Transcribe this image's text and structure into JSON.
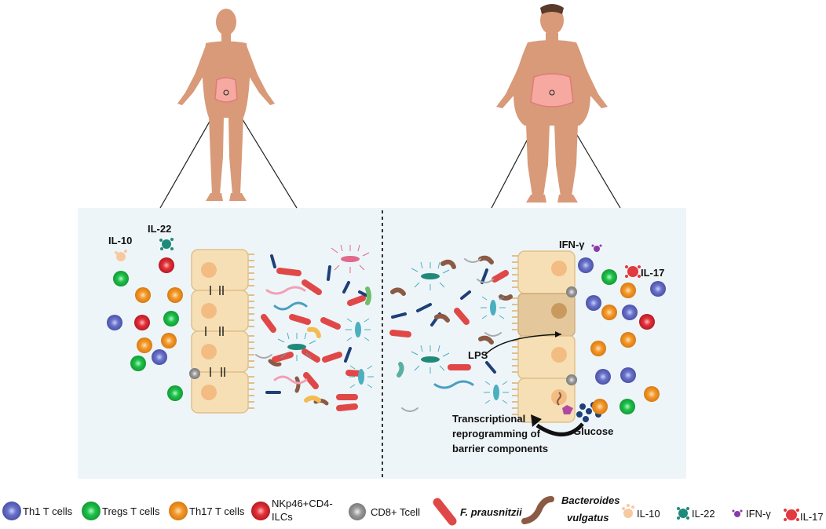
{
  "labels": {
    "il10": "IL-10",
    "il22": "IL-22",
    "ifng": "IFN-γ",
    "il17": "IL-17",
    "lps": "LPS",
    "glucose": "Glucose",
    "transcriptional": [
      "Transcriptional",
      "reprogramming of",
      "barrier components"
    ]
  },
  "legend": {
    "th1": "Th1 T cells",
    "tregs": "Tregs T cells",
    "th17": "Th17 T cells",
    "nkp46": [
      "NKp46+CD4-",
      "ILCs"
    ],
    "cd8": "CD8+ Tcell",
    "fp": "F.  prausnitzii",
    "bv": [
      "Bacteroides",
      "vulgatus"
    ],
    "il10": "IL-10",
    "il22": "IL-22",
    "ifng": "IFN-γ",
    "il17": "IL-17"
  },
  "colors": {
    "th1": "#6b74c9",
    "tregs": "#1ec24a",
    "th17": "#f39a2c",
    "nkp46": "#e2343c",
    "cd8": "#9a9a9a",
    "fp": "#e04848",
    "bv": "#8b5a45",
    "il10": "#f7c9a0",
    "il22": "#1f8a7a",
    "ifng": "#8a3aa8",
    "il17": "#e23a40",
    "panel": "#eef5f9",
    "epithelium": "#f7dfb5",
    "epithelium_dark": "#e4c79a",
    "skin": "#d89a78"
  }
}
